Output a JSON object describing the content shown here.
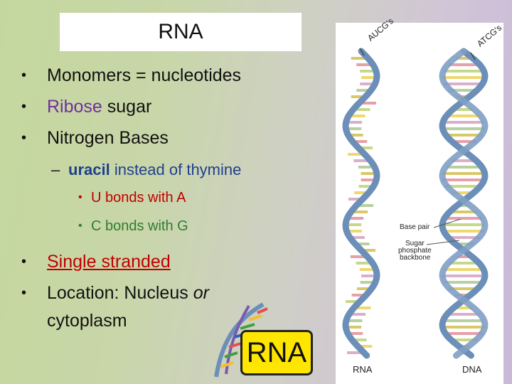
{
  "slide": {
    "title": "RNA",
    "bullets": {
      "monomers": "Monomers = nucleotides",
      "ribose_word": "Ribose",
      "ribose_rest": " sugar",
      "nitrogen": "Nitrogen Bases",
      "uracil_word": "uracil",
      "uracil_rest": " instead of thymine",
      "u_bond": "U bonds with A",
      "c_bond": "C bonds with G",
      "single": "Single stranded",
      "location_a": "Location: Nucleus ",
      "location_or": "or",
      "location_b": "cytoplasm"
    },
    "bullet_char": "•",
    "dash_char": "–"
  },
  "figure": {
    "rna_strand_label": "AUCG's",
    "dna_strand_label": "ATCG's",
    "base_pair_label": "Base pair",
    "backbone_label_1": "Sugar",
    "backbone_label_2": "phosphate",
    "backbone_label_3": "backbone",
    "rna_caption": "RNA",
    "dna_caption": "DNA"
  },
  "badge": {
    "text": "RNA"
  },
  "colors": {
    "ribose": "#7030a0",
    "uracil": "#1f3f8f",
    "u_bond": "#c00000",
    "c_bond": "#2e7d32",
    "single": "#c00000",
    "backbone": "#6b8fb8",
    "badge_bg": "#ffe600"
  }
}
